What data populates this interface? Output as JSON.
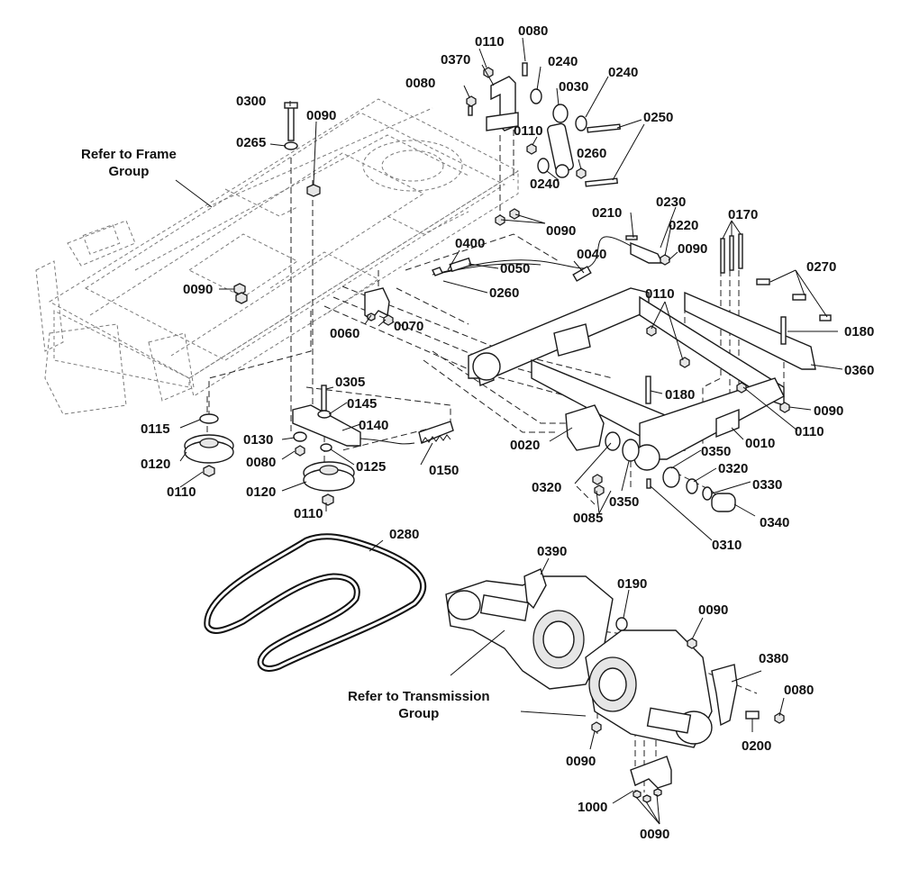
{
  "diagram": {
    "references": {
      "frame": [
        "Refer to Frame",
        "Group"
      ],
      "transmission": [
        "Refer to Transmission",
        "Group"
      ]
    },
    "callouts": [
      "0110",
      "0080",
      "0370",
      "0240",
      "0240",
      "0080",
      "0030",
      "0300",
      "0090",
      "0250",
      "0110",
      "0265",
      "0260",
      "0240",
      "0090",
      "0230",
      "0210",
      "0170",
      "0220",
      "0400",
      "0090",
      "0040",
      "0050",
      "0270",
      "0260",
      "0090",
      "0110",
      "0060",
      "0070",
      "0180",
      "0360",
      "0305",
      "0180",
      "0145",
      "0090",
      "0115",
      "0140",
      "0130",
      "0020",
      "0110",
      "0010",
      "0350",
      "0120",
      "0080",
      "0125",
      "0320",
      "0150",
      "0110",
      "0320",
      "0330",
      "0120",
      "0350",
      "0340",
      "0085",
      "0110",
      "0310",
      "0280",
      "0390",
      "0190",
      "0090",
      "0380",
      "0080",
      "0200",
      "0090",
      "1000",
      "0090"
    ]
  }
}
